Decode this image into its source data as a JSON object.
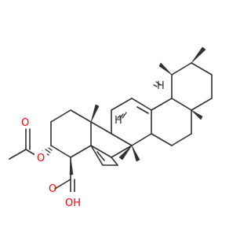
{
  "molecule": {
    "atom_labels": {
      "ester_oxygen": "O",
      "carbonyl_oxygen": "O",
      "hydroxyl": "OH",
      "stereo_h_left": "H",
      "stereo_h_right": "H"
    },
    "colors": {
      "bond": "#303030",
      "oxygen": "#ff0000",
      "background": "#ffffff"
    }
  }
}
